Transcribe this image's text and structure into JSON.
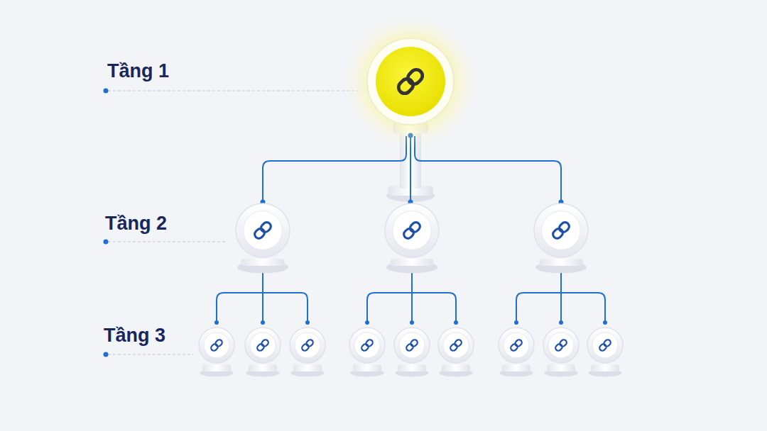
{
  "diagram": {
    "labels": [
      "Tầng 1",
      "Tầng 2",
      "Tầng 3"
    ]
  }
}
